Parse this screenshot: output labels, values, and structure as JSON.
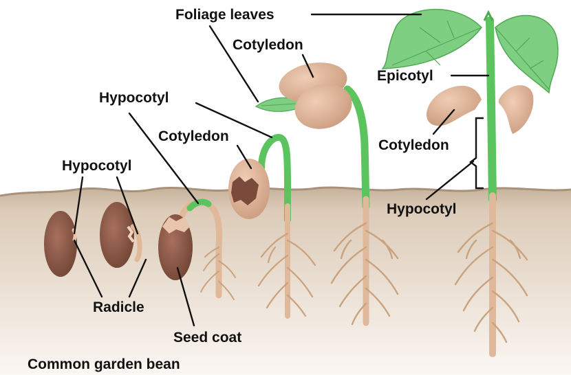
{
  "caption": "Common garden bean",
  "labels": {
    "foliage_leaves": "Foliage leaves",
    "cotyledon_top": "Cotyledon",
    "hypocotyl_mid": "Hypocotyl",
    "cotyledon_mid": "Cotyledon",
    "hypocotyl_left": "Hypocotyl",
    "epicotyl": "Epicotyl",
    "cotyledon_right": "Cotyledon",
    "hypocotyl_right": "Hypocotyl",
    "radicle": "Radicle",
    "seed_coat": "Seed coat"
  },
  "colors": {
    "soil_top": "#b9a58f",
    "soil_body": "#e6d9cc",
    "seed": "#8c5a4a",
    "cotyledon": "#e2b99d",
    "stem_green": "#5cc45e",
    "stem_tan": "#e0b89a",
    "leaf": "#7fcf83",
    "root": "#c9a27e"
  }
}
